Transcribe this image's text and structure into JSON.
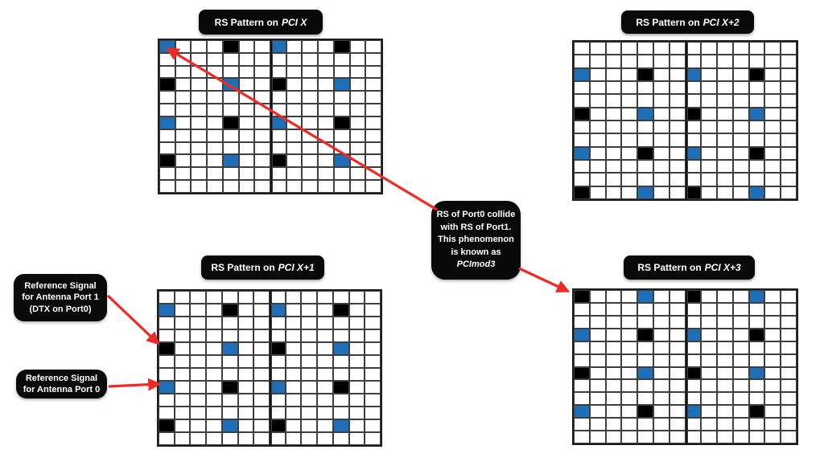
{
  "diagram": {
    "colors": {
      "port0_blue": "#1e6fb8",
      "port1_black": "#000000",
      "arrow_red": "#ee2a24",
      "badge_bg": "#0a0a0a",
      "grid_line": "#3f3f3f"
    },
    "grids": [
      {
        "id": "pci-x",
        "title": "RS Pattern on",
        "title_em": "PCI X",
        "rows": 12,
        "cols": 14,
        "slot_boundary_col": 7,
        "cells": [
          {
            "r": 0,
            "c": 0,
            "p": 0
          },
          {
            "r": 0,
            "c": 7,
            "p": 0
          },
          {
            "r": 3,
            "c": 4,
            "p": 0
          },
          {
            "r": 3,
            "c": 11,
            "p": 0
          },
          {
            "r": 6,
            "c": 0,
            "p": 0
          },
          {
            "r": 6,
            "c": 7,
            "p": 0
          },
          {
            "r": 9,
            "c": 4,
            "p": 0
          },
          {
            "r": 9,
            "c": 11,
            "p": 0
          },
          {
            "r": 0,
            "c": 4,
            "p": 1
          },
          {
            "r": 0,
            "c": 11,
            "p": 1
          },
          {
            "r": 3,
            "c": 0,
            "p": 1
          },
          {
            "r": 3,
            "c": 7,
            "p": 1
          },
          {
            "r": 6,
            "c": 4,
            "p": 1
          },
          {
            "r": 6,
            "c": 11,
            "p": 1
          },
          {
            "r": 9,
            "c": 0,
            "p": 1
          },
          {
            "r": 9,
            "c": 7,
            "p": 1
          }
        ]
      },
      {
        "id": "pci-x2",
        "title": "RS Pattern on",
        "title_em": "PCI X+2",
        "rows": 12,
        "cols": 14,
        "slot_boundary_col": 7,
        "cells": [
          {
            "r": 2,
            "c": 0,
            "p": 0
          },
          {
            "r": 2,
            "c": 7,
            "p": 0
          },
          {
            "r": 5,
            "c": 4,
            "p": 0
          },
          {
            "r": 5,
            "c": 11,
            "p": 0
          },
          {
            "r": 8,
            "c": 0,
            "p": 0
          },
          {
            "r": 8,
            "c": 7,
            "p": 0
          },
          {
            "r": 11,
            "c": 4,
            "p": 0
          },
          {
            "r": 11,
            "c": 11,
            "p": 0
          },
          {
            "r": 2,
            "c": 4,
            "p": 1
          },
          {
            "r": 2,
            "c": 11,
            "p": 1
          },
          {
            "r": 5,
            "c": 0,
            "p": 1
          },
          {
            "r": 5,
            "c": 7,
            "p": 1
          },
          {
            "r": 8,
            "c": 4,
            "p": 1
          },
          {
            "r": 8,
            "c": 11,
            "p": 1
          },
          {
            "r": 11,
            "c": 0,
            "p": 1
          },
          {
            "r": 11,
            "c": 7,
            "p": 1
          }
        ]
      },
      {
        "id": "pci-x1",
        "title": "RS Pattern on",
        "title_em": "PCI X+1",
        "rows": 12,
        "cols": 14,
        "slot_boundary_col": 7,
        "cells": [
          {
            "r": 1,
            "c": 0,
            "p": 0
          },
          {
            "r": 1,
            "c": 7,
            "p": 0
          },
          {
            "r": 4,
            "c": 4,
            "p": 0
          },
          {
            "r": 4,
            "c": 11,
            "p": 0
          },
          {
            "r": 7,
            "c": 0,
            "p": 0
          },
          {
            "r": 7,
            "c": 7,
            "p": 0
          },
          {
            "r": 10,
            "c": 4,
            "p": 0
          },
          {
            "r": 10,
            "c": 11,
            "p": 0
          },
          {
            "r": 1,
            "c": 4,
            "p": 1
          },
          {
            "r": 1,
            "c": 11,
            "p": 1
          },
          {
            "r": 4,
            "c": 0,
            "p": 1
          },
          {
            "r": 4,
            "c": 7,
            "p": 1
          },
          {
            "r": 7,
            "c": 4,
            "p": 1
          },
          {
            "r": 7,
            "c": 11,
            "p": 1
          },
          {
            "r": 10,
            "c": 0,
            "p": 1
          },
          {
            "r": 10,
            "c": 7,
            "p": 1
          }
        ]
      },
      {
        "id": "pci-x3",
        "title": "RS Pattern on",
        "title_em": "PCI X+3",
        "rows": 12,
        "cols": 14,
        "slot_boundary_col": 7,
        "cells": [
          {
            "r": 0,
            "c": 4,
            "p": 0
          },
          {
            "r": 0,
            "c": 11,
            "p": 0
          },
          {
            "r": 3,
            "c": 0,
            "p": 0
          },
          {
            "r": 3,
            "c": 7,
            "p": 0
          },
          {
            "r": 6,
            "c": 4,
            "p": 0
          },
          {
            "r": 6,
            "c": 11,
            "p": 0
          },
          {
            "r": 9,
            "c": 0,
            "p": 0
          },
          {
            "r": 9,
            "c": 7,
            "p": 0
          },
          {
            "r": 0,
            "c": 0,
            "p": 1
          },
          {
            "r": 0,
            "c": 7,
            "p": 1
          },
          {
            "r": 3,
            "c": 4,
            "p": 1
          },
          {
            "r": 3,
            "c": 11,
            "p": 1
          },
          {
            "r": 6,
            "c": 0,
            "p": 1
          },
          {
            "r": 6,
            "c": 7,
            "p": 1
          },
          {
            "r": 9,
            "c": 4,
            "p": 1
          },
          {
            "r": 9,
            "c": 11,
            "p": 1
          }
        ]
      }
    ],
    "annotations": {
      "collision_note": {
        "text": "RS of Port0 collide\nwith RS of Port1.\nThis phenomenon\nis known as",
        "em": "PCImod3"
      },
      "port1_label": {
        "text": "Reference Signal\nfor Antenna Port 1\n(DTX on Port0)"
      },
      "port0_label": {
        "text": "Reference Signal\nfor Antenna Port 0"
      }
    }
  }
}
